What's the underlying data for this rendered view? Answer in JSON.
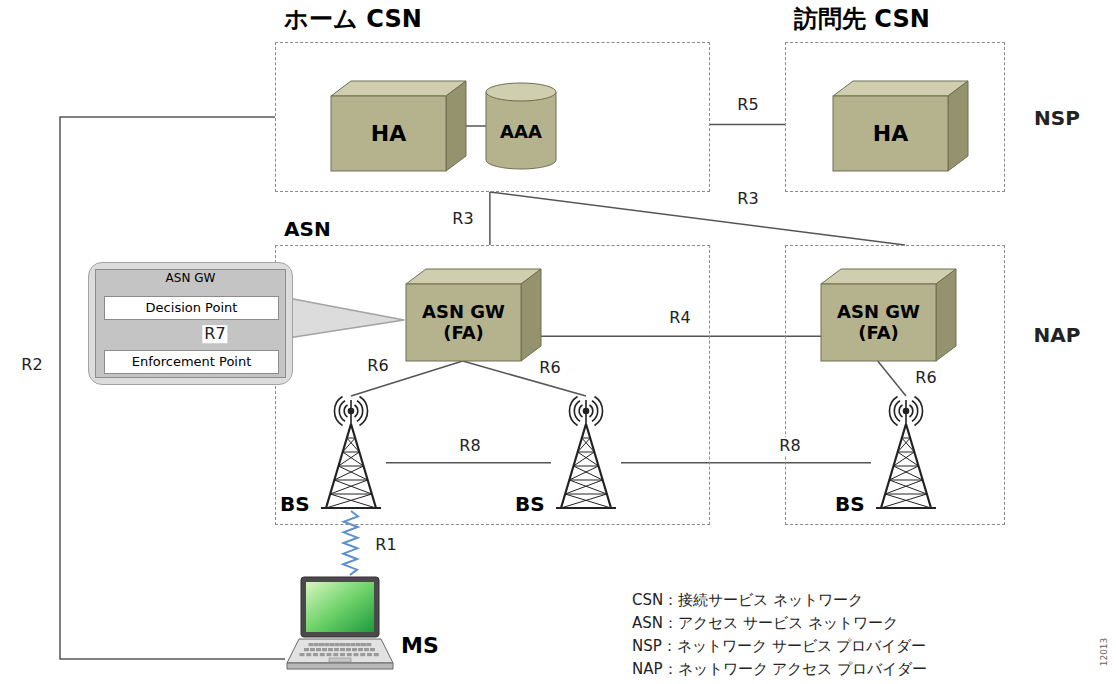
{
  "diagram": {
    "nodes": [
      {
        "text": [
          "ホーム CSN"
        ]
      },
      {
        "text": [
          "HA"
        ],
        "in": 0
      },
      {
        "text": [
          "AAA"
        ],
        "in": 0
      },
      {
        "text": [
          "訪問先 CSN"
        ]
      },
      {
        "text": [
          "HA"
        ],
        "in": 3
      },
      {
        "text": [
          "ASN"
        ]
      },
      {
        "text": [
          "ASN GW (FA)"
        ],
        "in": 5
      },
      {
        "text": [
          "BS"
        ],
        "in": 5
      },
      {
        "text": [
          "BS"
        ],
        "in": 5
      },
      {
        "text": []
      },
      {
        "text": [
          "ASN GW (FA)"
        ],
        "in": 9
      },
      {
        "text": [
          "BS"
        ],
        "in": 9
      },
      {
        "text": [
          "ASN GW"
        ]
      },
      {
        "text": [
          "Decision Point"
        ],
        "in": 12
      },
      {
        "text": [
          "Enforcement Point"
        ],
        "in": 12
      },
      {
        "text": [
          "MS"
        ]
      }
    ],
    "edges": [
      {
        "from": 1,
        "to": 2,
        "arrow": "none"
      },
      {
        "from": 0,
        "to": 5,
        "label": "R3",
        "arrow": "none"
      },
      {
        "from": 0,
        "to": 9,
        "label": "R3",
        "arrow": "none"
      },
      {
        "from": 0,
        "to": 3,
        "label": "R5",
        "arrow": "none"
      },
      {
        "from": 6,
        "to": 10,
        "label": "R4",
        "arrow": "none"
      },
      {
        "from": 6,
        "to": 7,
        "label": "R6",
        "arrow": "none"
      },
      {
        "from": 6,
        "to": 8,
        "label": "R6",
        "arrow": "none"
      },
      {
        "from": 10,
        "to": 11,
        "label": "R6",
        "arrow": "none"
      },
      {
        "from": 7,
        "to": 8,
        "label": "R8",
        "arrow": "none"
      },
      {
        "from": 8,
        "to": 11,
        "label": "R8",
        "arrow": "none"
      },
      {
        "from": 13,
        "to": 14,
        "label": "R7",
        "arrow": "none"
      },
      {
        "from": 7,
        "to": 15,
        "label": "R1",
        "arrow": "none"
      },
      {
        "from": 15,
        "to": 0,
        "label": "R2",
        "arrow": "none"
      }
    ],
    "labels": [
      "NSP",
      "NAP",
      "CSN：接続サービス ネットワーク",
      "ASN：アクセス サービス ネットワーク",
      "NSP：ネットワーク サービス プロバイダー",
      "NAP：ネットワーク アクセス プロバイダー",
      "12013"
    ]
  }
}
